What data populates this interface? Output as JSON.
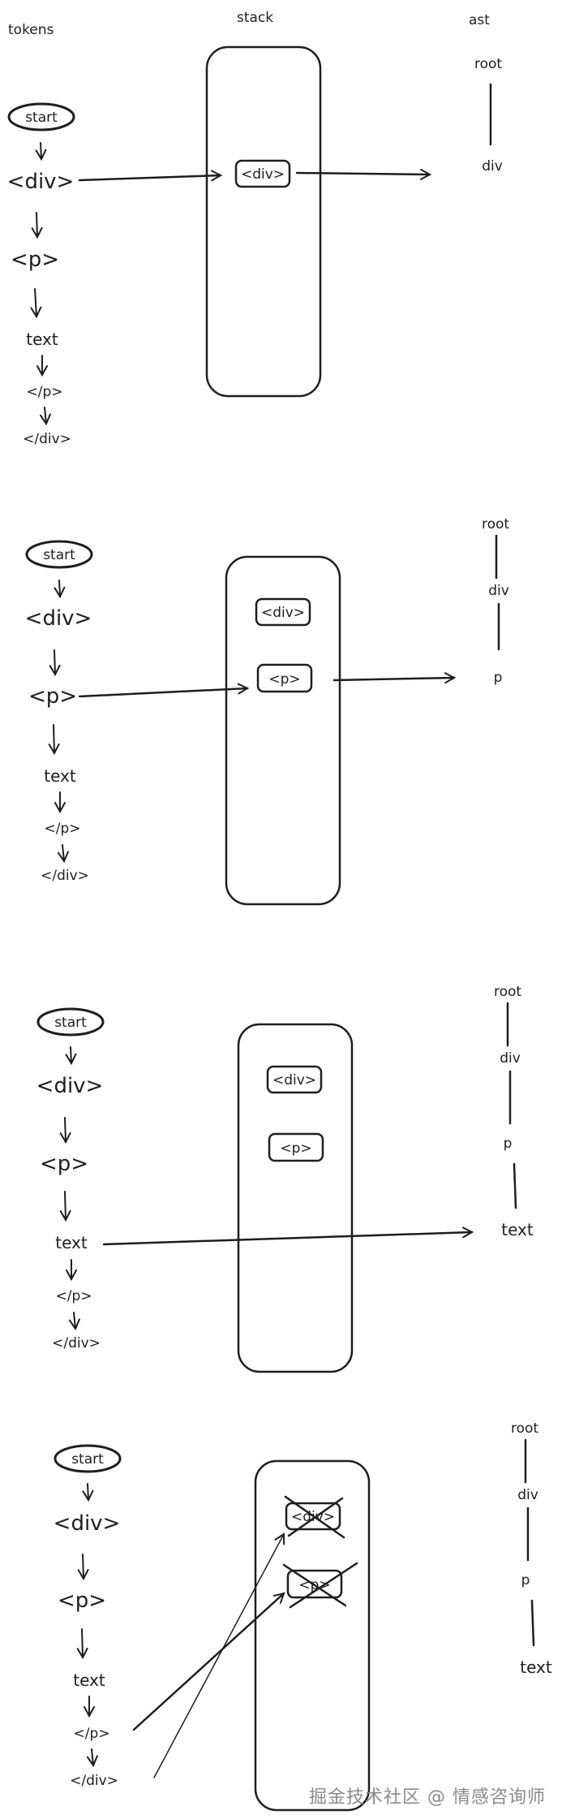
{
  "headers": {
    "tokens": "tokens",
    "stack": "stack",
    "ast": "ast"
  },
  "tokens": [
    "start",
    "<div>",
    "<p>",
    "text",
    "</p>",
    "</div>"
  ],
  "steps": [
    {
      "stack": [
        "<div>"
      ],
      "stack_crossed": [
        false
      ],
      "ast": [
        "root",
        "div"
      ]
    },
    {
      "stack": [
        "<div>",
        "<p>"
      ],
      "stack_crossed": [
        false,
        false
      ],
      "ast": [
        "root",
        "div",
        "p"
      ]
    },
    {
      "stack": [
        "<div>",
        "<p>"
      ],
      "stack_crossed": [
        false,
        false
      ],
      "ast": [
        "root",
        "div",
        "p",
        "text"
      ]
    },
    {
      "stack": [
        "<div>",
        "<p>"
      ],
      "stack_crossed": [
        true,
        true
      ],
      "ast": [
        "root",
        "div",
        "p",
        "text"
      ]
    }
  ],
  "watermark": "掘金技术社区 @ 情感咨询师"
}
